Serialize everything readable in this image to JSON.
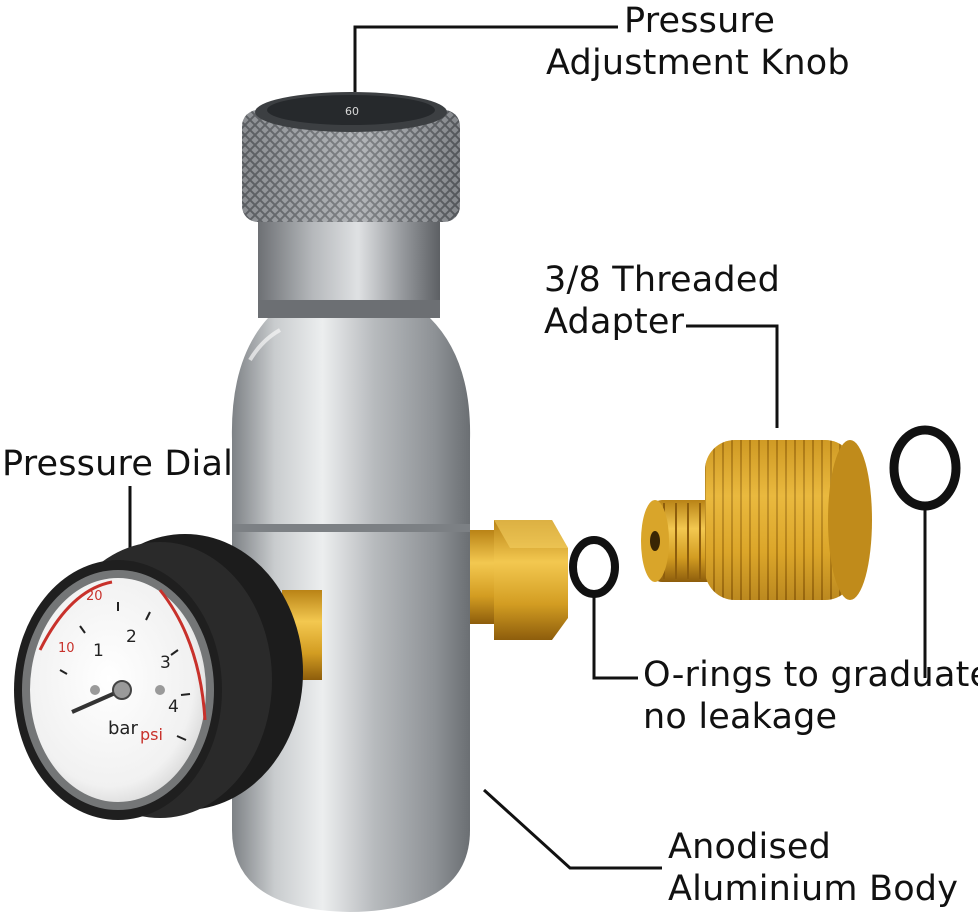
{
  "callouts": {
    "pressure_knob": {
      "line1": "Pressure",
      "line2": "Adjustment Knob"
    },
    "threaded_adapter": {
      "line1": "3/8 Threaded",
      "line2": "Adapter"
    },
    "pressure_dial": {
      "line1": "Pressure Dial"
    },
    "o_rings": {
      "line1": "O-rings to graduate",
      "line2": "no leakage"
    },
    "body": {
      "line1": "Anodised",
      "line2": "Aluminium Body"
    }
  },
  "gauge": {
    "bar_unit": "bar",
    "psi_unit": "psi",
    "bar_ticks": [
      "1",
      "2",
      "3",
      "4"
    ],
    "psi_ticks": [
      "10",
      "20"
    ],
    "needle_value_bar": 0
  },
  "knob_cap_text": "60",
  "colors": {
    "callout_line": "#111111",
    "aluminium": "#b8bbbe",
    "brass": "#d9a52a",
    "gauge_red": "#c8312b",
    "gauge_case": "#1c1c1c"
  }
}
